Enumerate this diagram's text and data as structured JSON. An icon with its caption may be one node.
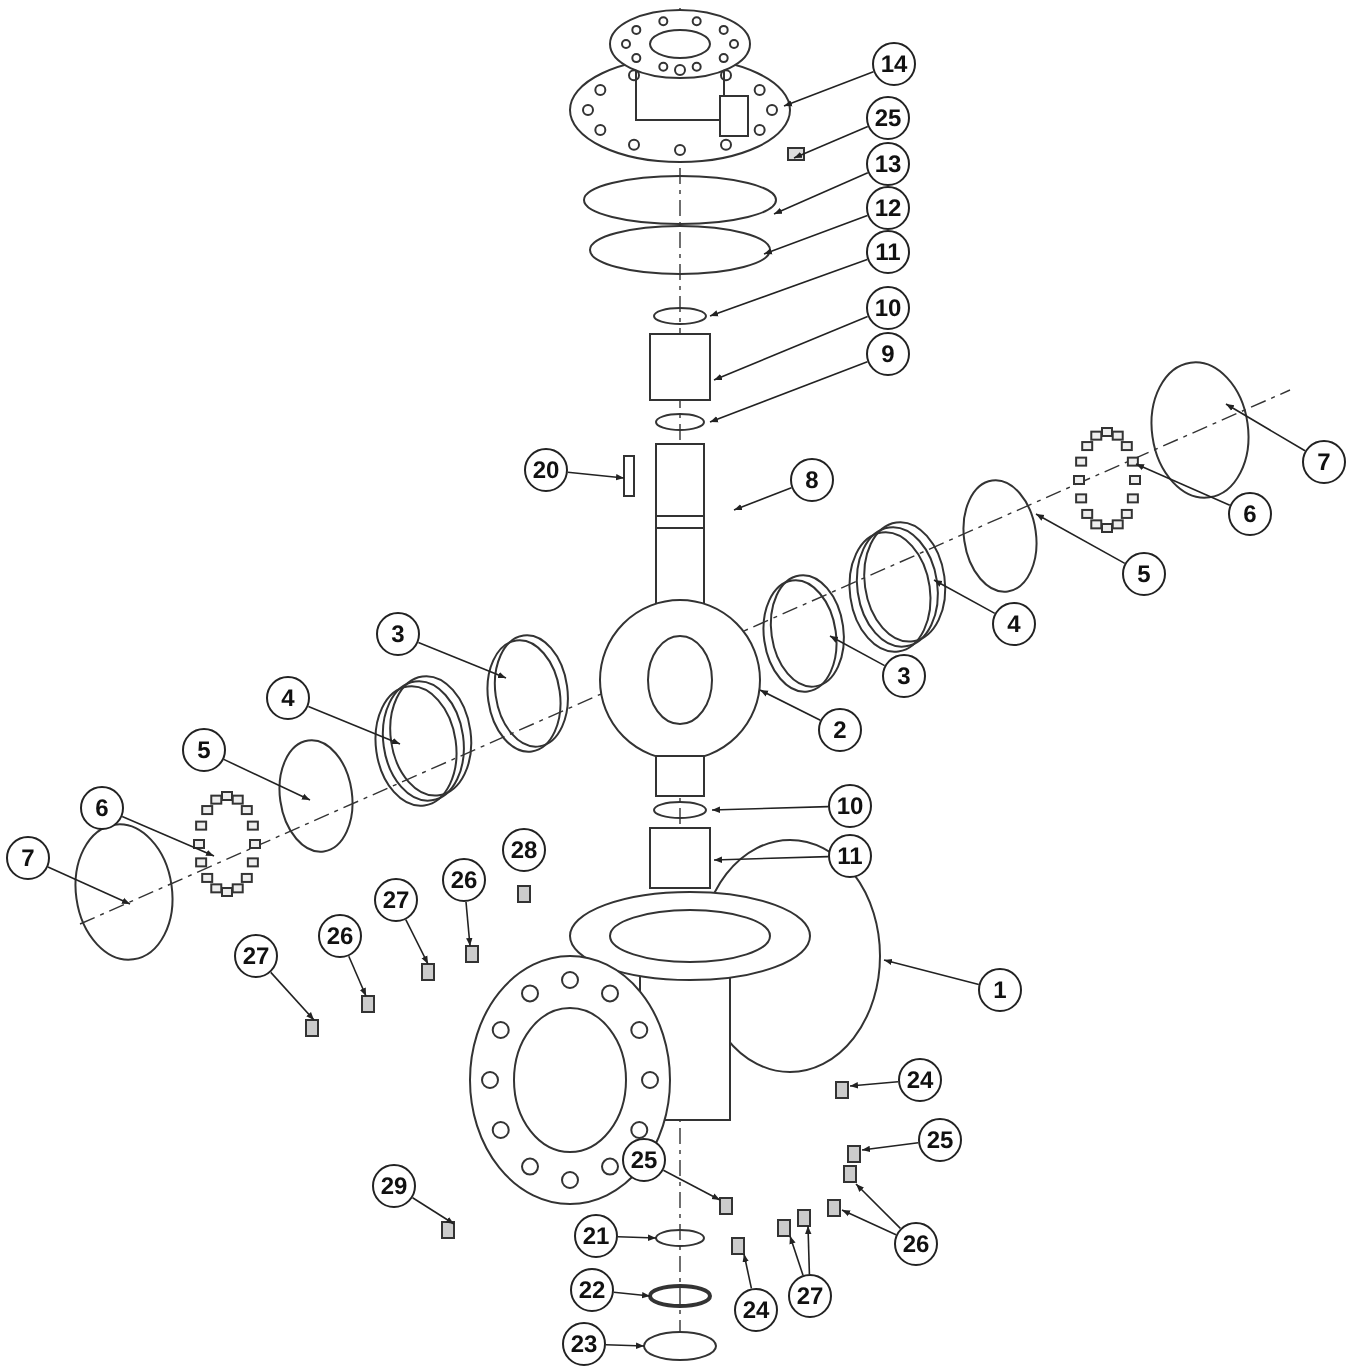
{
  "diagram": {
    "nodes": [
      {
        "text": [
          "14"
        ]
      },
      {
        "text": [
          "25"
        ]
      },
      {
        "text": [
          "13"
        ]
      },
      {
        "text": [
          "12"
        ]
      },
      {
        "text": [
          "11"
        ]
      },
      {
        "text": [
          "10"
        ]
      },
      {
        "text": [
          "9"
        ]
      },
      {
        "text": [
          "7"
        ]
      },
      {
        "text": [
          "20"
        ]
      },
      {
        "text": [
          "8"
        ]
      },
      {
        "text": [
          "6"
        ]
      },
      {
        "text": [
          "5"
        ]
      },
      {
        "text": [
          "4"
        ]
      },
      {
        "text": [
          "3"
        ]
      },
      {
        "text": [
          "3"
        ]
      },
      {
        "text": [
          "4"
        ]
      },
      {
        "text": [
          "2"
        ]
      },
      {
        "text": [
          "5"
        ]
      },
      {
        "text": [
          "6"
        ]
      },
      {
        "text": [
          "10"
        ]
      },
      {
        "text": [
          "7"
        ]
      },
      {
        "text": [
          "11"
        ]
      },
      {
        "text": [
          "26"
        ]
      },
      {
        "text": [
          "27"
        ]
      },
      {
        "text": [
          "26"
        ]
      },
      {
        "text": [
          "27"
        ]
      },
      {
        "text": [
          "1"
        ]
      },
      {
        "text": [
          "24"
        ]
      },
      {
        "text": [
          "25"
        ]
      },
      {
        "text": [
          "29"
        ]
      },
      {
        "text": [
          "26"
        ]
      },
      {
        "text": [
          "27"
        ]
      },
      {
        "text": [
          "21"
        ]
      },
      {
        "text": [
          "24"
        ]
      },
      {
        "text": [
          "25"
        ]
      },
      {
        "text": [
          "22"
        ]
      },
      {
        "text": [
          "23"
        ]
      },
      {
        "text": [
          "28"
        ]
      }
    ],
    "edges": [
      {
        "from": 0,
        "to": null,
        "arrow": "to"
      },
      {
        "from": 1,
        "to": null,
        "arrow": "to"
      },
      {
        "from": 2,
        "to": null,
        "arrow": "to"
      },
      {
        "from": 3,
        "to": null,
        "arrow": "to"
      },
      {
        "from": 4,
        "to": null,
        "arrow": "to"
      },
      {
        "from": 5,
        "to": null,
        "arrow": "to"
      },
      {
        "from": 6,
        "to": null,
        "arrow": "to"
      },
      {
        "from": 7,
        "to": null,
        "arrow": "to"
      },
      {
        "from": 8,
        "to": null,
        "arrow": "to"
      },
      {
        "from": 9,
        "to": null,
        "arrow": "to"
      },
      {
        "from": 10,
        "to": null,
        "arrow": "to"
      },
      {
        "from": 11,
        "to": null,
        "arrow": "to"
      },
      {
        "from": 12,
        "to": null,
        "arrow": "to"
      },
      {
        "from": 13,
        "to": null,
        "arrow": "to"
      },
      {
        "from": 14,
        "to": null,
        "arrow": "to"
      },
      {
        "from": 15,
        "to": null,
        "arrow": "to"
      },
      {
        "from": 16,
        "to": null,
        "arrow": "to"
      },
      {
        "from": 17,
        "to": null,
        "arrow": "to"
      },
      {
        "from": 18,
        "to": null,
        "arrow": "to"
      },
      {
        "from": 19,
        "to": null,
        "arrow": "to"
      },
      {
        "from": 20,
        "to": null,
        "arrow": "to"
      },
      {
        "from": 21,
        "to": null,
        "arrow": "to"
      },
      {
        "from": 22,
        "to": null,
        "arrow": "to"
      },
      {
        "from": 23,
        "to": null,
        "arrow": "to"
      },
      {
        "from": 24,
        "to": null,
        "arrow": "to"
      },
      {
        "from": 25,
        "to": null,
        "arrow": "to"
      },
      {
        "from": 26,
        "to": null,
        "arrow": "to"
      },
      {
        "from": 27,
        "to": null,
        "arrow": "to"
      },
      {
        "from": 28,
        "to": null,
        "arrow": "to"
      },
      {
        "from": 29,
        "to": null,
        "arrow": "to"
      },
      {
        "from": 30,
        "to": null,
        "arrow": "to"
      },
      {
        "from": 30,
        "to": null,
        "arrow": "to"
      },
      {
        "from": 31,
        "to": null,
        "arrow": "to"
      },
      {
        "from": 31,
        "to": null,
        "arrow": "to"
      },
      {
        "from": 32,
        "to": null,
        "arrow": "to"
      },
      {
        "from": 33,
        "to": null,
        "arrow": "to"
      },
      {
        "from": 34,
        "to": null,
        "arrow": "to"
      },
      {
        "from": 35,
        "to": null,
        "arrow": "to"
      },
      {
        "from": 36,
        "to": null,
        "arrow": "to"
      }
    ]
  }
}
